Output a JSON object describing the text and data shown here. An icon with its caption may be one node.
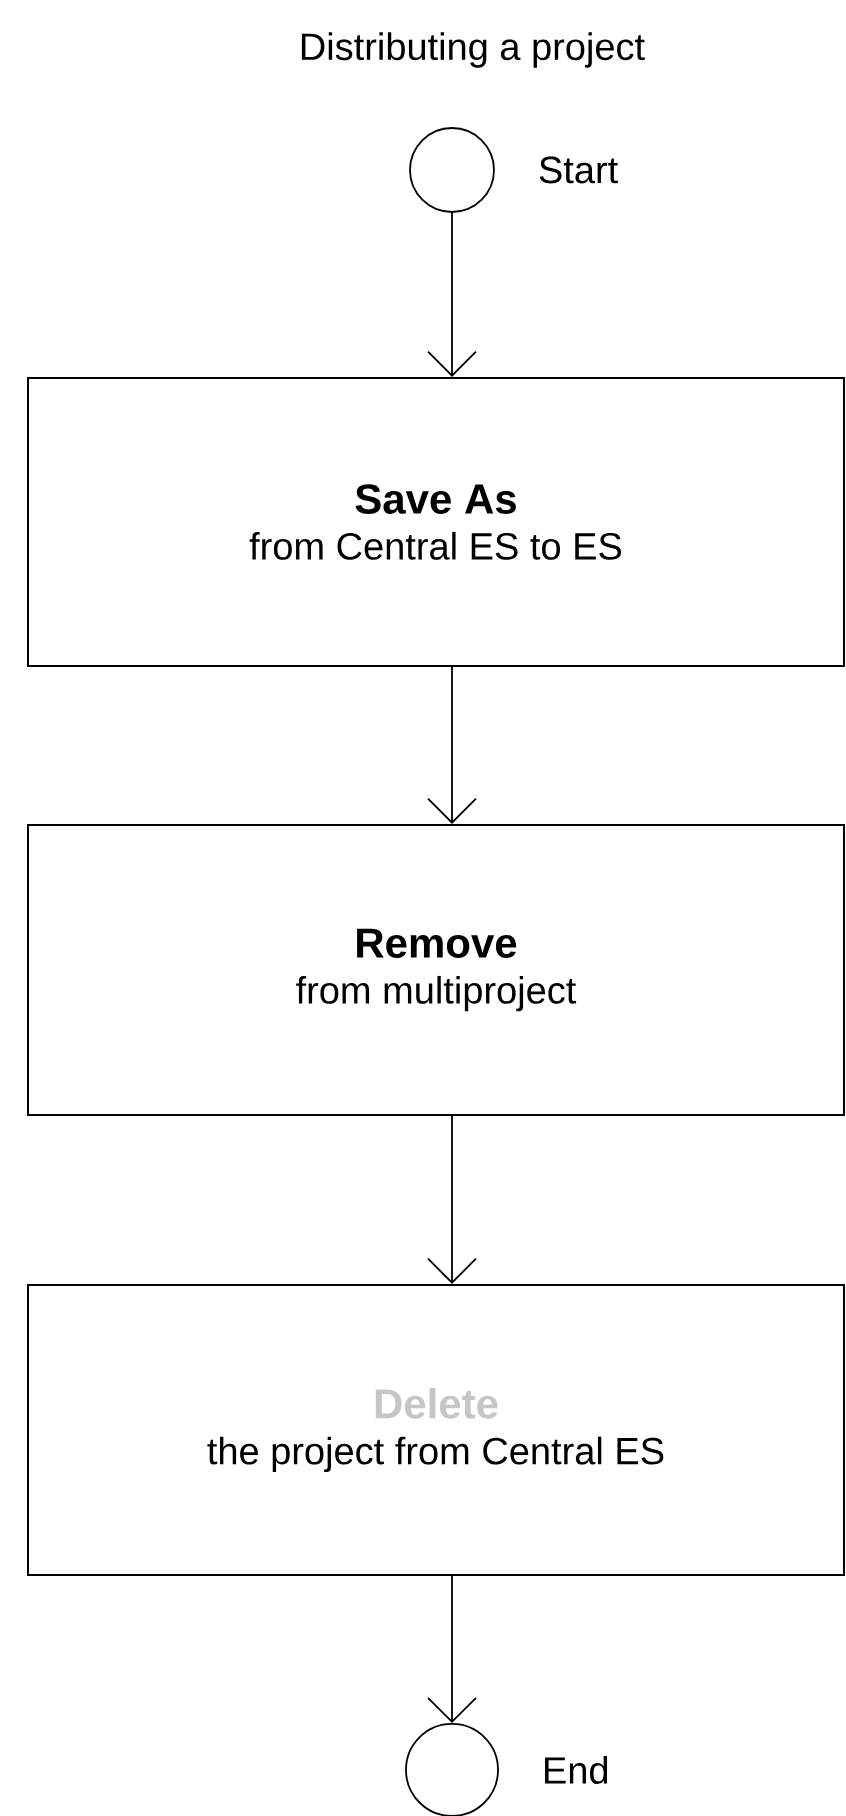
{
  "diagram": {
    "title": "Distributing a project",
    "nodes": [
      {
        "text": [],
        "shape": "circle",
        "beside": [
          "Start"
        ]
      },
      {
        "text": [
          "Save As",
          "from Central ES to ES"
        ]
      },
      {
        "text": [
          "Remove",
          "from multiproject"
        ]
      },
      {
        "text": [
          "Delete",
          "the project from Central ES"
        ]
      },
      {
        "text": [],
        "shape": "circle",
        "beside": [
          "End"
        ]
      }
    ],
    "edges": [
      {
        "from": 0,
        "to": 1,
        "arrow": "to"
      },
      {
        "from": 1,
        "to": 2,
        "arrow": "to"
      },
      {
        "from": 2,
        "to": 3,
        "arrow": "to"
      },
      {
        "from": 3,
        "to": 4,
        "arrow": "to"
      }
    ]
  }
}
